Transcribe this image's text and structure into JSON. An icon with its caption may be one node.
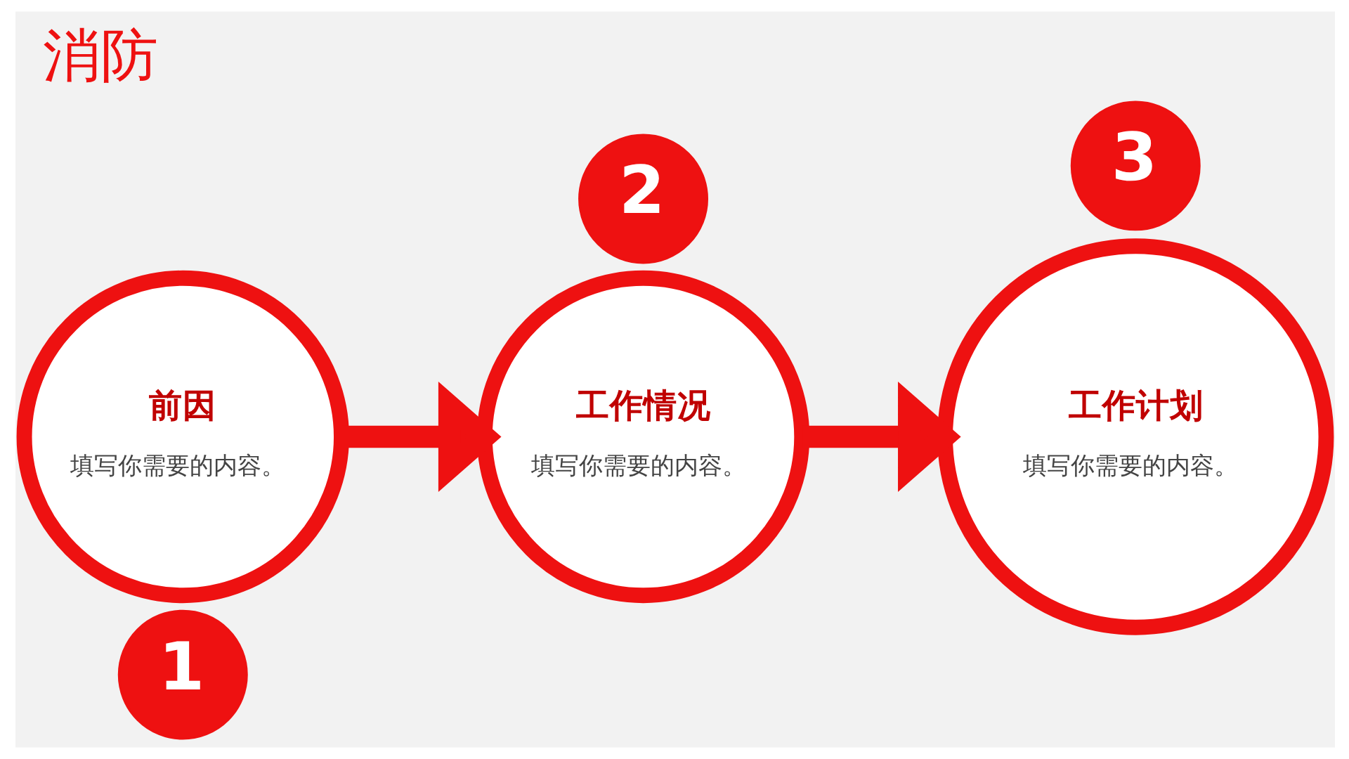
{
  "diagram": {
    "title": "消防",
    "nodes": [
      {
        "text": [
          "1"
        ]
      },
      {
        "text": [
          "前因",
          "填写你需要的内容。"
        ]
      },
      {
        "text": [
          "2"
        ]
      },
      {
        "text": [
          "工作情况",
          "填写你需要的内容。"
        ]
      },
      {
        "text": [
          "3"
        ]
      },
      {
        "text": [
          "工作计划",
          "填写你需要的内容。"
        ]
      }
    ],
    "edges": [
      {
        "from": 1,
        "to": 3,
        "arrow": "to"
      },
      {
        "from": 3,
        "to": 5,
        "arrow": "to"
      }
    ]
  }
}
